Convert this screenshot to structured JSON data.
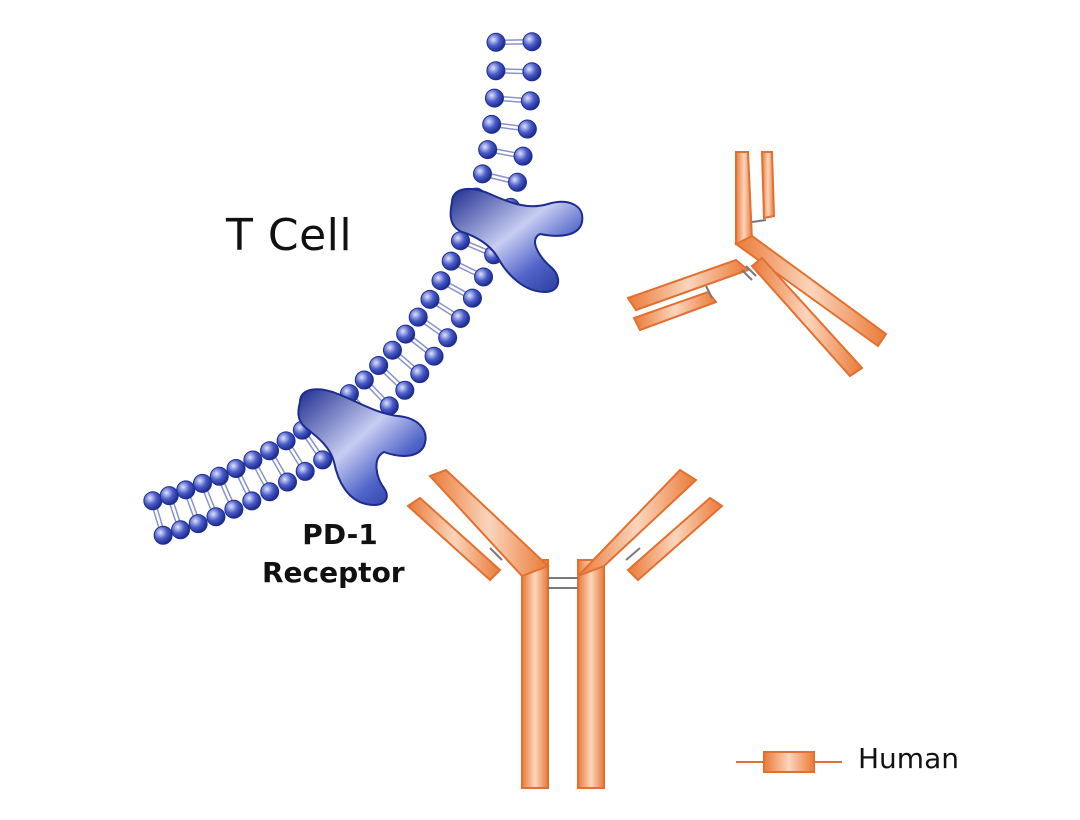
{
  "labels": {
    "t_cell": "T Cell",
    "pd1_line1": "PD-1",
    "pd1_line2": "Receptor"
  },
  "legend": {
    "human": "Human"
  },
  "colors": {
    "membrane_blue": "#2d3fb0",
    "membrane_light": "#c9cff5",
    "receptor_blue": "#26379c",
    "antibody_orange": "#f08a4b",
    "antibody_light": "#fde4d3",
    "bond_gray": "#7a7a7a"
  }
}
